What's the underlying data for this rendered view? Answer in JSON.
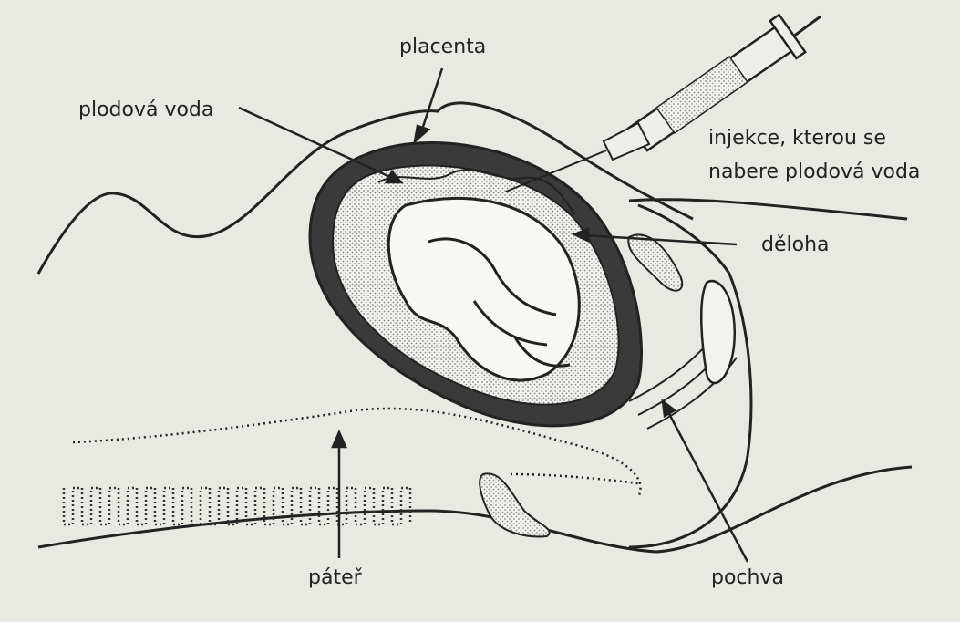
{
  "labels": {
    "placenta": "placenta",
    "amniotic_fluid": "plodová voda",
    "syringe_line1": "injekce, kterou se",
    "syringe_line2": "nabere plodová voda",
    "uterus": "děloha",
    "spine": "páteř",
    "vagina": "pochva"
  },
  "icons": [
    "syringe-icon",
    "fetus-icon"
  ],
  "colors": {
    "paper": "#e9e9e4",
    "ink": "#222222",
    "uterus_wall": "#3a3a3a",
    "fluid_dots": "#8a8a8a"
  }
}
